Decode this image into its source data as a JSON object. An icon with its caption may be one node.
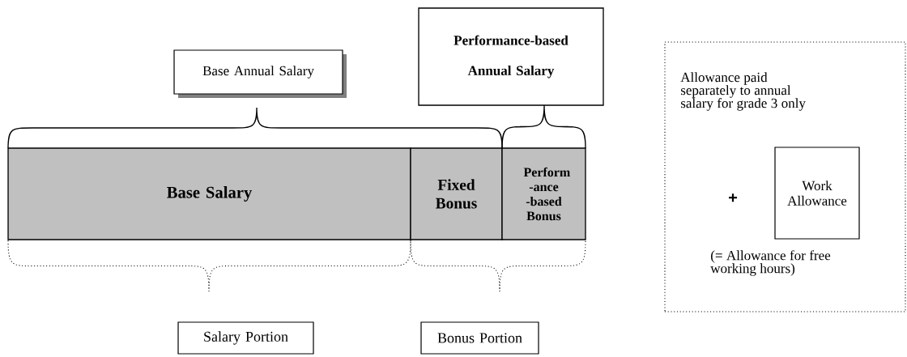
{
  "diagram": {
    "nodes": [
      {
        "text": [
          "Base Annual Salary"
        ]
      },
      {
        "text": [
          "Performance-based Annual Salary"
        ]
      },
      {
        "text": [
          "Base Salary"
        ]
      },
      {
        "text": [
          "Fixed Bonus"
        ]
      },
      {
        "text": [
          "Perform -ance -based Bonus"
        ]
      },
      {
        "text": [
          "Allowance paid separately to annual salary for grade 3 only",
          "(= Allowance for free working hours)"
        ]
      },
      {
        "text": [
          "Work Allowance"
        ],
        "in": 5
      },
      {
        "text": [
          "Salary Portion"
        ]
      },
      {
        "text": [
          "Bonus Portion"
        ]
      }
    ],
    "labels": [
      "+"
    ]
  }
}
